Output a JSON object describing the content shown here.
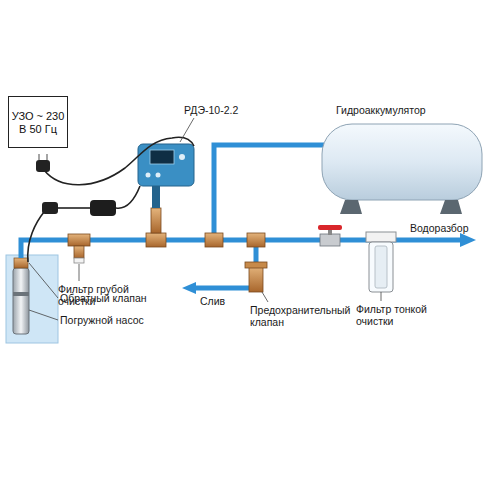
{
  "diagram": {
    "nodes": [
      {
        "text": [
          "УЗО ~ 230 В 50 Гц"
        ]
      }
    ],
    "labels": [
      "РДЭ-10-2.2",
      "Гидроаккумулятор",
      "Фильтр грубой очистки",
      "Обратный клапан",
      "Погружной насос",
      "Слив",
      "Предохранительный клапан",
      "Водоразбор",
      "Фильтр тонкой очистки"
    ]
  }
}
